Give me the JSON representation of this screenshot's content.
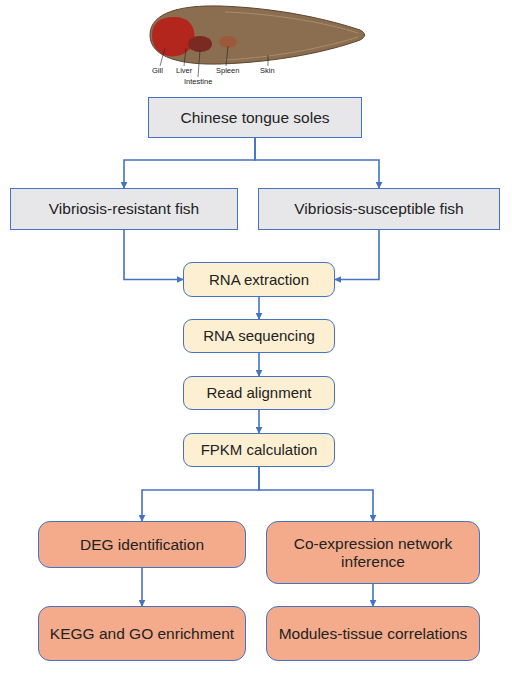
{
  "diagram": {
    "nodes": [
      {
        "text": [
          "Chinese tongue soles"
        ]
      },
      {
        "text": [
          "Vibriosis-resistant fish"
        ]
      },
      {
        "text": [
          "Vibriosis-susceptible fish"
        ]
      },
      {
        "text": [
          "RNA extraction"
        ]
      },
      {
        "text": [
          "RNA sequencing"
        ]
      },
      {
        "text": [
          "Read alignment"
        ]
      },
      {
        "text": [
          "FPKM calculation"
        ]
      },
      {
        "text": [
          "DEG identification"
        ]
      },
      {
        "text": [
          "Co-expression network inference"
        ]
      },
      {
        "text": [
          "KEGG and GO enrichment"
        ]
      },
      {
        "text": [
          "Modules-tissue correlations"
        ]
      }
    ],
    "edges": [
      {
        "from": 0,
        "to": 1,
        "arrow": "to"
      },
      {
        "from": 0,
        "to": 2,
        "arrow": "to"
      },
      {
        "from": 1,
        "to": 3,
        "arrow": "to"
      },
      {
        "from": 2,
        "to": 3,
        "arrow": "to"
      },
      {
        "from": 3,
        "to": 4,
        "arrow": "to"
      },
      {
        "from": 4,
        "to": 5,
        "arrow": "to"
      },
      {
        "from": 5,
        "to": 6,
        "arrow": "to"
      },
      {
        "from": 6,
        "to": 7,
        "arrow": "to"
      },
      {
        "from": 6,
        "to": 8,
        "arrow": "to"
      },
      {
        "from": 7,
        "to": 9,
        "arrow": "to"
      },
      {
        "from": 8,
        "to": 10,
        "arrow": "to"
      }
    ],
    "labels": [
      "Gill",
      "Liver",
      "Intestine",
      "Spleen",
      "Skin"
    ]
  }
}
